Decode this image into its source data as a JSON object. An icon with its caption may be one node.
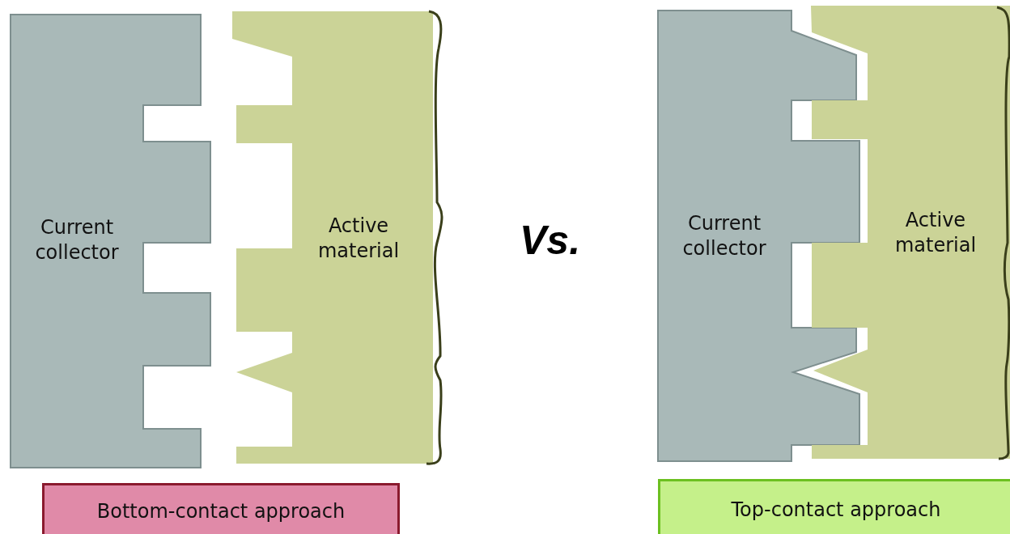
{
  "diagram": {
    "nodes": [
      {
        "text": [
          "Current collector"
        ]
      },
      {
        "text": [
          "Active material"
        ]
      },
      {
        "text": [
          "Bottom-contact approach"
        ]
      },
      {
        "text": [
          "Current collector"
        ]
      },
      {
        "text": [
          "Active material"
        ]
      },
      {
        "text": [
          "Top-contact approach"
        ]
      }
    ],
    "labels": [
      "Vs."
    ]
  }
}
